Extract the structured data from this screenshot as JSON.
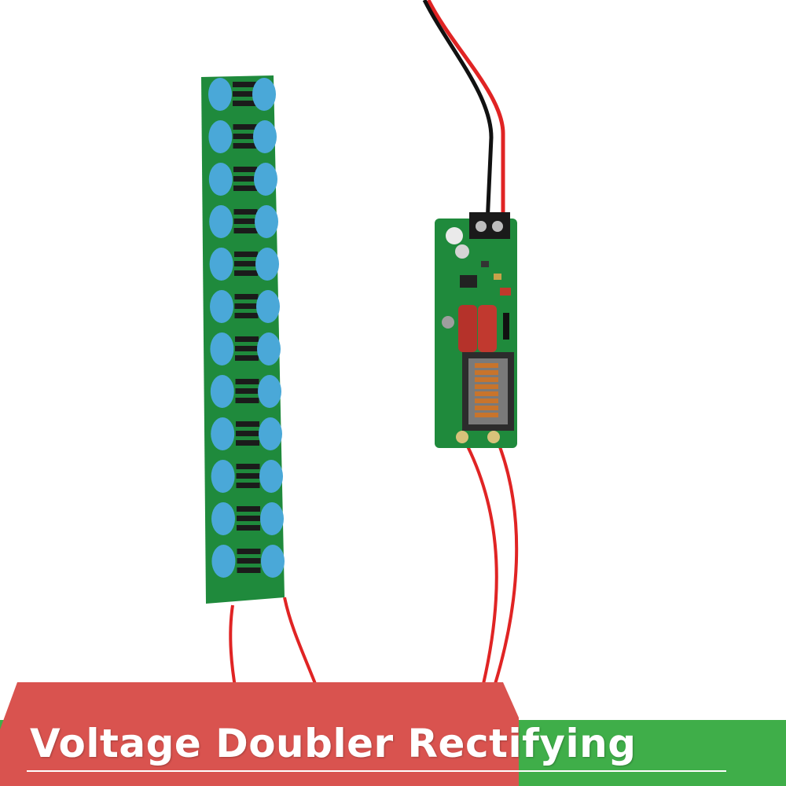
{
  "banner": {
    "headline": "Voltage Doubler Rectifying"
  },
  "colors": {
    "pcb_green": "#1f8a3c",
    "capacitor_blue": "#4aa8d8",
    "wire_red": "#e02424",
    "wire_black": "#111111",
    "banner_red": "#d9534f",
    "banner_green": "#3fae49"
  },
  "scene": {
    "left_board": "voltage-multiplier-board",
    "right_board": "driver-board",
    "capacitor_columns": 2,
    "capacitors_per_column": 12
  }
}
